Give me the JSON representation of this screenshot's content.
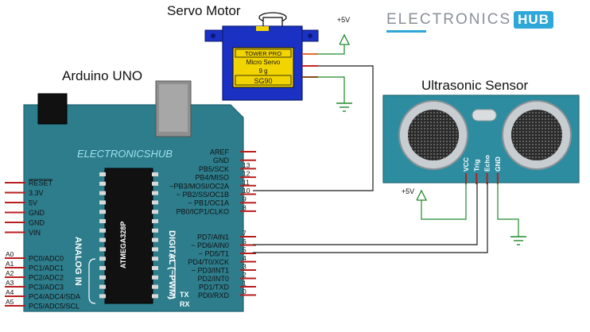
{
  "titles": {
    "servo": "Servo Motor",
    "arduino": "Arduino UNO",
    "sensor": "Ultrasonic Sensor"
  },
  "logo": {
    "text": "ELECTRONICS",
    "badge": "HUB",
    "accent": "#2fa7d8"
  },
  "servo": {
    "brand": "TOWER PRO",
    "model_line1": "Micro Servo",
    "model_line2": "9 g",
    "model_line3": "SG90"
  },
  "power": {
    "servo_vcc": "+5V",
    "sensor_vcc": "+5V"
  },
  "arduino": {
    "brand": "ELECTRONICSHUB",
    "chip": "ATMEGA328P",
    "digital_label": "DIGITAL (~PWM)",
    "analog_label": "ANALOG IN",
    "power_pins": [
      "RESET",
      "3.3V",
      "5V",
      "GND",
      "GND",
      "VIN"
    ],
    "top_right_pins": [
      {
        "name": "AREF",
        "num": ""
      },
      {
        "name": "GND",
        "num": ""
      },
      {
        "name": "PB5/SCK",
        "num": "13"
      },
      {
        "name": "PB4/MISO",
        "num": "12"
      },
      {
        "name": "~PB3/MOSI/OC2A",
        "num": "11"
      },
      {
        "name": "~ PB2/SS/OC1B",
        "num": "10"
      },
      {
        "name": "~ PB1/OC1A",
        "num": "9"
      },
      {
        "name": "PB0/ICP1/CLKO",
        "num": "8"
      }
    ],
    "bottom_right_pins": [
      {
        "name": "PD7/AIN1",
        "num": "7"
      },
      {
        "name": "~ PD6/AIN0",
        "num": "6"
      },
      {
        "name": "~ PD5/T1",
        "num": "5"
      },
      {
        "name": "PD4/T0/XCK",
        "num": "4"
      },
      {
        "name": "~ PD3/INT1",
        "num": "3"
      },
      {
        "name": "PD2/INT0",
        "num": "2"
      },
      {
        "name": "PD1/TXD",
        "num": "1"
      },
      {
        "name": "PD0/RXD",
        "num": "0"
      }
    ],
    "tx": "TX",
    "rx": "RX",
    "analog_pins": [
      {
        "name": "A0",
        "label": "PC0/ADC0"
      },
      {
        "name": "A1",
        "label": "PC1/ADC1"
      },
      {
        "name": "A2",
        "label": "PC2/ADC2"
      },
      {
        "name": "A3",
        "label": "PC3/ADC3"
      },
      {
        "name": "A4",
        "label": "PC4/ADC4/SDA"
      },
      {
        "name": "A5",
        "label": "PC5/ADC5/SCL"
      }
    ]
  },
  "sensor": {
    "pins": [
      "VCC",
      "Trig",
      "Echo",
      "GND"
    ]
  },
  "colors": {
    "board": "#2d7d8c",
    "board_dark": "#1f6372",
    "sensor": "#2e8ca0",
    "servo": "#1b31c4",
    "servo_label": "#f2d400",
    "wire": "#1a1a1a",
    "power": "#1f8a2a",
    "pin": "#b81e1e"
  }
}
